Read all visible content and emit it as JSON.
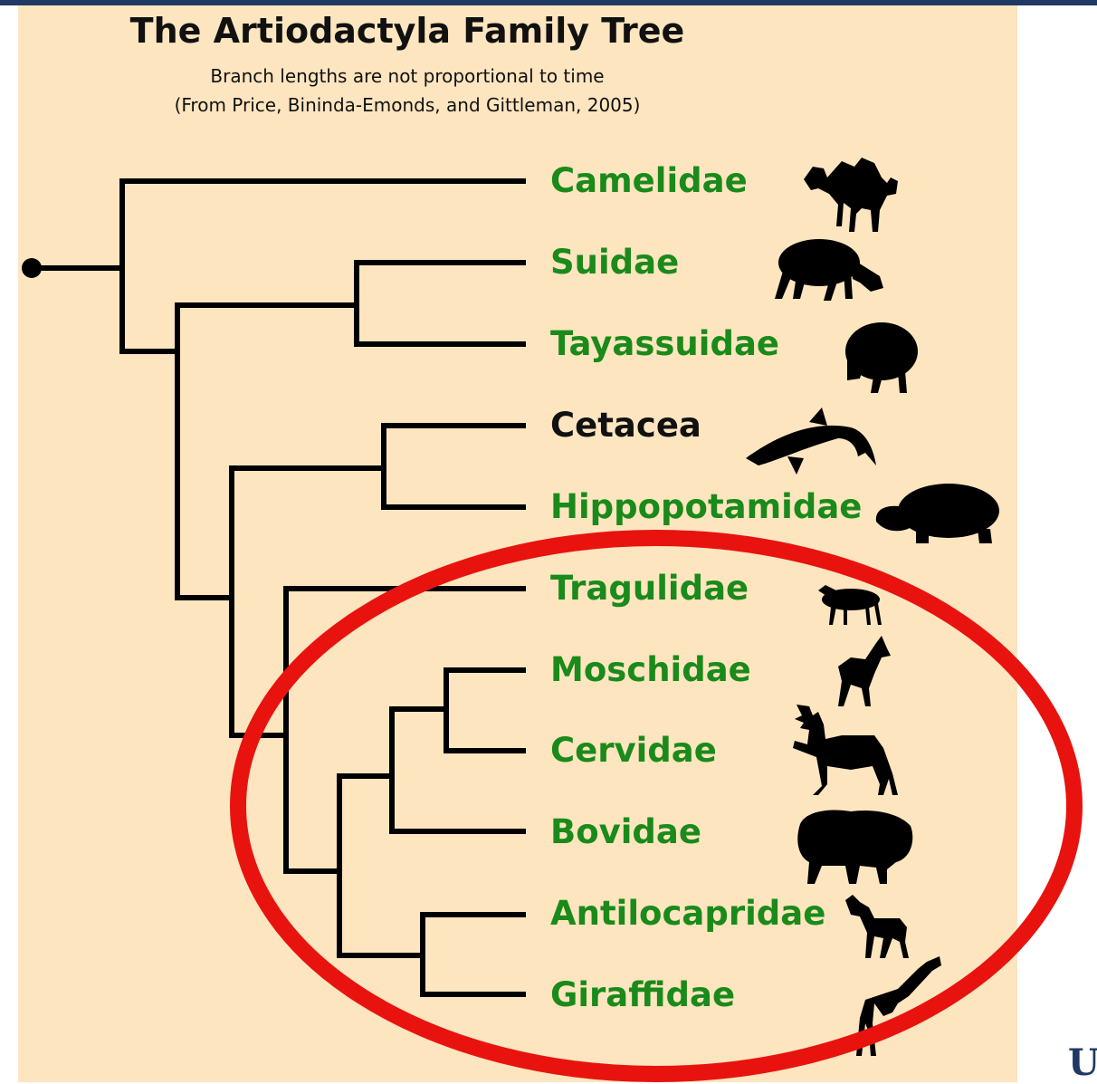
{
  "title": "The Artiodactyla Family Tree",
  "subtitle_line1": "Branch lengths are not proportional to time",
  "subtitle_line2": "(From Price, Bininda-Emonds, and Gittleman, 2005)",
  "colors": {
    "background": "#fde5bf",
    "branch": "#000000",
    "label_green": "#1a8a1a",
    "label_black": "#111111",
    "highlight_ellipse": "#e8130f",
    "top_rule": "#1f3864"
  },
  "taxa": [
    {
      "name": "Camelidae",
      "color": "green",
      "icon": "camel-silhouette-icon"
    },
    {
      "name": "Suidae",
      "color": "green",
      "icon": "pig-silhouette-icon"
    },
    {
      "name": "Tayassuidae",
      "color": "green",
      "icon": "peccary-silhouette-icon"
    },
    {
      "name": "Cetacea",
      "color": "black",
      "icon": "dolphin-silhouette-icon"
    },
    {
      "name": "Hippopotamidae",
      "color": "green",
      "icon": "hippo-silhouette-icon"
    },
    {
      "name": "Tragulidae",
      "color": "green",
      "icon": "chevrotain-silhouette-icon"
    },
    {
      "name": "Moschidae",
      "color": "green",
      "icon": "musk-deer-silhouette-icon"
    },
    {
      "name": "Cervidae",
      "color": "green",
      "icon": "deer-silhouette-icon"
    },
    {
      "name": "Bovidae",
      "color": "green",
      "icon": "bison-silhouette-icon"
    },
    {
      "name": "Antilocapridae",
      "color": "green",
      "icon": "pronghorn-silhouette-icon"
    },
    {
      "name": "Giraffidae",
      "color": "green",
      "icon": "giraffe-silhouette-icon"
    }
  ],
  "highlighted_taxa": [
    "Tragulidae",
    "Moschidae",
    "Cervidae",
    "Bovidae",
    "Antilocapridae",
    "Giraffidae"
  ],
  "corner_text": "U"
}
